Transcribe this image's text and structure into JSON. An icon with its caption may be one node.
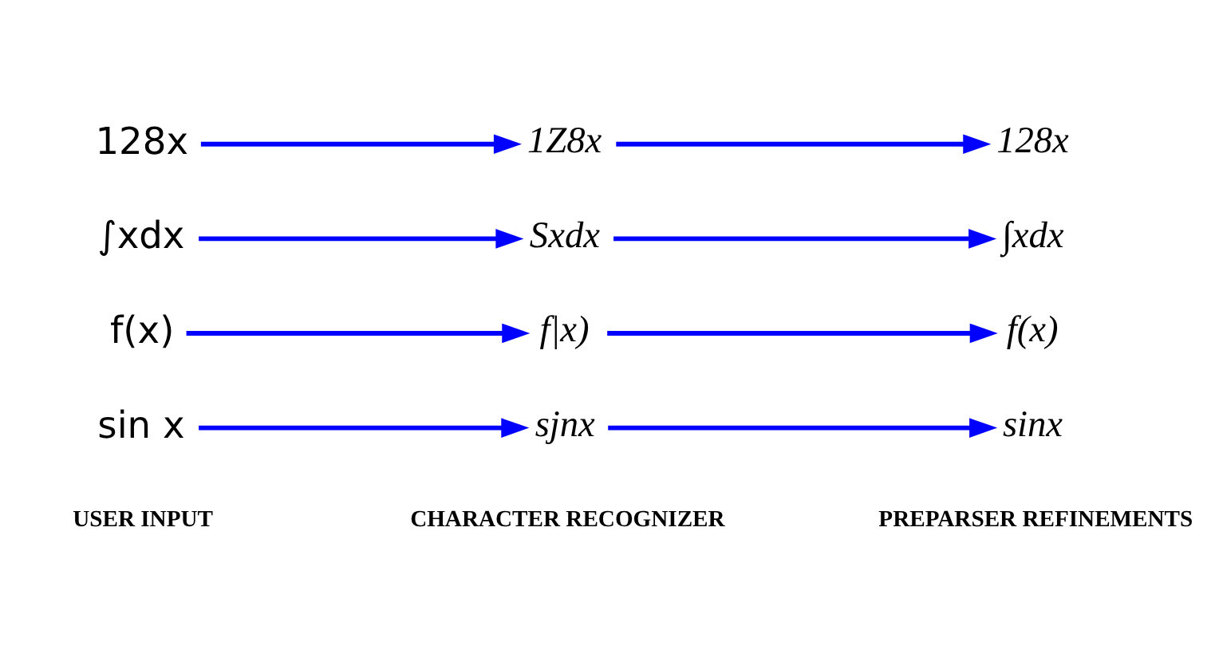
{
  "diagram": {
    "nodes": [
      {
        "text": [
          "sin x"
        ]
      },
      {
        "text": [
          "sjnx"
        ]
      },
      {
        "text": [
          "sinx"
        ]
      },
      {
        "text": [
          "f(x)"
        ]
      },
      {
        "text": [
          "f|x)"
        ]
      },
      {
        "text": [
          "f(x)"
        ]
      },
      {
        "text": [
          "∫xdx"
        ]
      },
      {
        "text": [
          "Sxdx"
        ]
      },
      {
        "text": [
          "∫xdx"
        ]
      },
      {
        "text": [
          "128x"
        ]
      },
      {
        "text": [
          "1Z8x"
        ]
      },
      {
        "text": [
          "128x"
        ]
      }
    ],
    "edges": [
      {
        "from": 0,
        "to": 1,
        "arrow": "to"
      },
      {
        "from": 1,
        "to": 2,
        "arrow": "to"
      },
      {
        "from": 3,
        "to": 4,
        "arrow": "to"
      },
      {
        "from": 4,
        "to": 5,
        "arrow": "to"
      },
      {
        "from": 6,
        "to": 7,
        "arrow": "to"
      },
      {
        "from": 7,
        "to": 8,
        "arrow": "to"
      },
      {
        "from": 9,
        "to": 10,
        "arrow": "to"
      },
      {
        "from": 10,
        "to": 11,
        "arrow": "to"
      }
    ],
    "labels": [
      "USER INPUT",
      "CHARACTER RECOGNIZER",
      "PREPARSER REFINEMENTS"
    ]
  }
}
